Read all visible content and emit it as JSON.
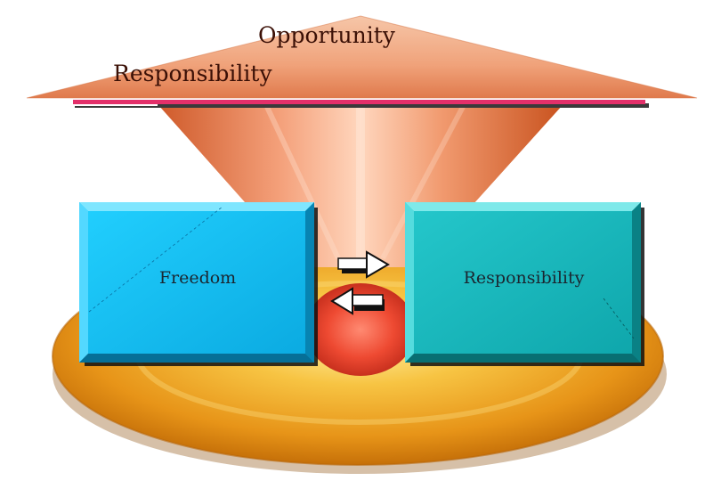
{
  "title": {
    "line1": "Opportunity",
    "line2": "Responsibility"
  },
  "boxes": {
    "left": "Freedom",
    "right": "Responsibility"
  },
  "colors": {
    "left_box": "#0cc2f4",
    "right_box": "#14b8bc",
    "funnel": "#f07a3c",
    "base": "#f3a827",
    "title_bar": "#e3306a",
    "center_glow": "#ee4a32"
  },
  "icons": {
    "arrow_right": "arrow-right-icon",
    "arrow_left": "arrow-left-icon"
  }
}
